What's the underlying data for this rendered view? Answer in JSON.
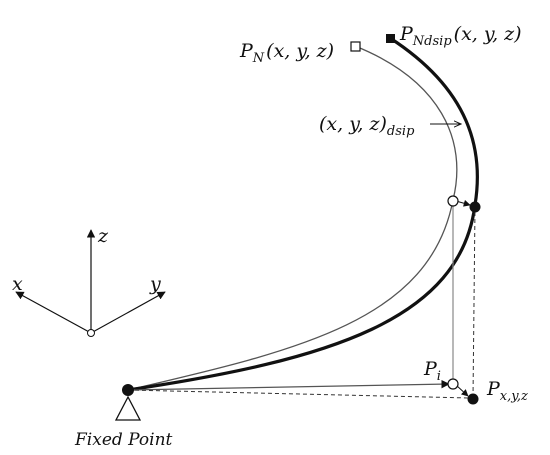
{
  "axes": {
    "x_label": "x",
    "y_label": "y",
    "z_label": "z"
  },
  "labels": {
    "pn": {
      "base": "P",
      "sub": "N",
      "args": "(x, y, z)"
    },
    "pndisp": {
      "base": "P",
      "sub": "Ndsip",
      "args": "(x, y, z)"
    },
    "disp": {
      "main": "(x, y, z)",
      "sub": "dsip"
    },
    "pi": {
      "base": "P",
      "sub": "i"
    },
    "pxyz": {
      "base": "P",
      "sub": "x,y,z"
    },
    "fixed": "Fixed Point"
  },
  "colors": {
    "ink": "#111111",
    "guide": "#888888"
  }
}
